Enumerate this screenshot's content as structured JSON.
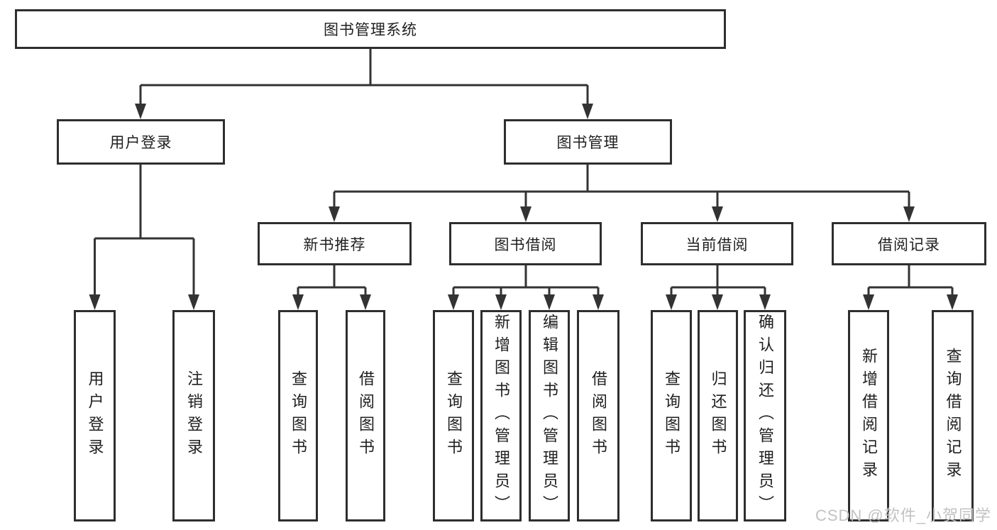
{
  "colors": {
    "line": "#333333",
    "box_border": "#2e2e2e",
    "text": "#1f1f1f",
    "watermark": "#c2c2c2",
    "bg": "#ffffff"
  },
  "watermark": {
    "text": "CSDN @软件_小贺同学"
  },
  "tree": {
    "root": {
      "label": "图书管理系统"
    },
    "branches": [
      {
        "label": "用户登录",
        "children": [
          {
            "label": "用户登录"
          },
          {
            "label": "注销登录"
          }
        ]
      },
      {
        "label": "图书管理",
        "children": [
          {
            "label": "新书推荐",
            "children": [
              {
                "label": "查询图书"
              },
              {
                "label": "借阅图书"
              }
            ]
          },
          {
            "label": "图书借阅",
            "children": [
              {
                "label": "查询图书"
              },
              {
                "label": "新增图书（管理员）"
              },
              {
                "label": "编辑图书（管理员）"
              },
              {
                "label": "借阅图书"
              }
            ]
          },
          {
            "label": "当前借阅",
            "children": [
              {
                "label": "查询图书"
              },
              {
                "label": "归还图书"
              },
              {
                "label": "确认归还（管理员）"
              }
            ]
          },
          {
            "label": "借阅记录",
            "children": [
              {
                "label": "新增借阅记录"
              },
              {
                "label": "查询借阅记录"
              }
            ]
          }
        ]
      }
    ]
  }
}
